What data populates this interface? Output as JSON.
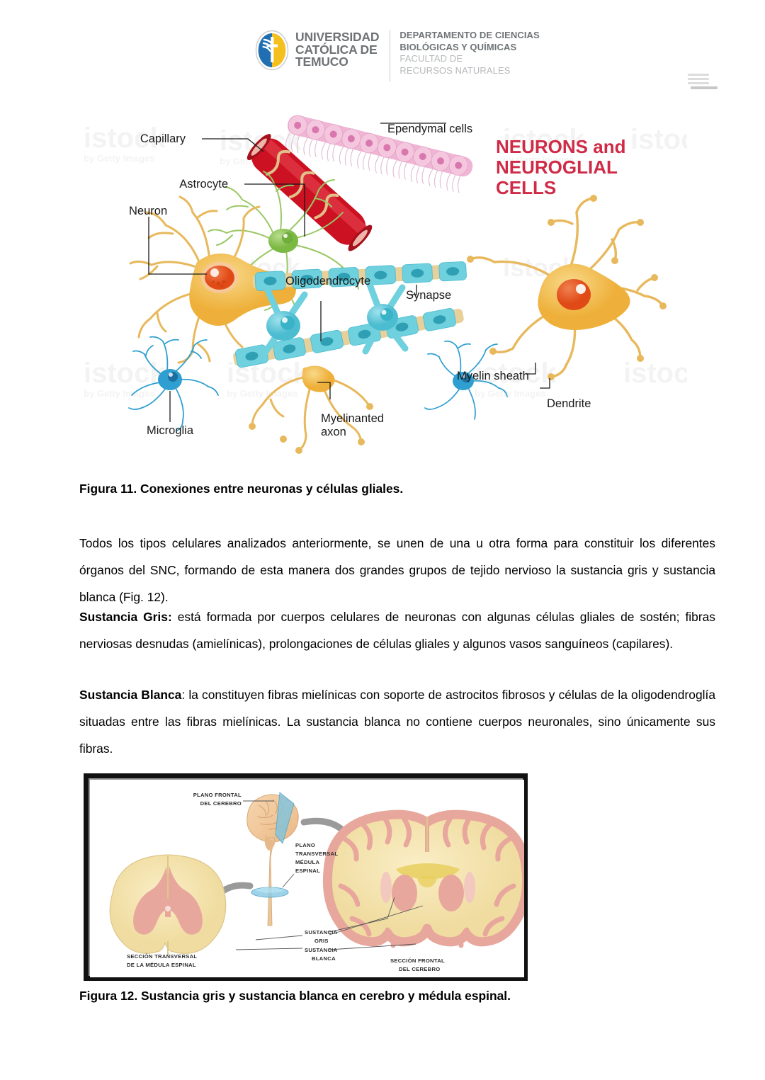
{
  "header": {
    "logo_alt": "Universidad Católica de Temuco",
    "university_lines": [
      "UNIVERSIDAD",
      "CATÓLICA DE",
      "TEMUCO"
    ],
    "department_lines": [
      "DEPARTAMENTO DE CIENCIAS",
      "BIOLÓGICAS Y QUÍMICAS",
      "FACULTAD DE",
      "RECURSOS NATURALES"
    ],
    "colors": {
      "logo_blue": "#1f6fb2",
      "logo_yellow": "#f5bf1f",
      "text_gray": "#6f7376",
      "text_light": "#b6b9bb"
    }
  },
  "figure11": {
    "title_line1": "NEURONS and",
    "title_line2": "NEUROGLIAL",
    "title_line3": "CELLS",
    "title_color": "#cf2b47",
    "labels": {
      "neuron": "Neuron",
      "astrocyte": "Astrocyte",
      "capillary": "Capillary",
      "ependymal": "Ependymal cells",
      "oligodendrocyte": "Oligodendrocyte",
      "synapse": "Synapse",
      "myelin_sheath": "Myelin sheath",
      "myelinated_axon_l1": "Myelinanted",
      "myelinated_axon_l2": "axon",
      "dendrite": "Dendrite",
      "microglia": "Microglia"
    },
    "watermark": "istock",
    "colors": {
      "neuron": "#f0b740",
      "neuron_light": "#f8d98a",
      "astrocyte": "#8cc152",
      "capillary": "#cc1122",
      "ependymal": "#e8a8cc",
      "oligodendrocyte": "#5bc8d8",
      "microglia": "#2e9fd0",
      "nucleus_orange": "#e8551f"
    },
    "caption": "Figura 11. Conexiones entre neuronas y células gliales."
  },
  "body": {
    "p1": "Todos los tipos celulares analizados anteriormente, se unen de una u otra forma para constituir los diferentes órganos del SNC, formando de esta manera dos grandes grupos de tejido nervioso la sustancia gris y sustancia blanca (Fig. 12).",
    "p2_label": "Sustancia Gris:",
    "p2_text": " está formada por cuerpos celulares de neuronas con algunas células gliales de sostén; fibras nerviosas desnudas (amielínicas), prolongaciones de células gliales y algunos vasos sanguíneos (capilares).",
    "p3_label": "Sustancia Blanca",
    "p3_text": ": la constituyen fibras mielínicas con soporte de astrocitos fibrosos y células de la oligodendroglía situadas entre las fibras mielínicas. La sustancia blanca no contiene cuerpos neuronales, sino únicamente sus fibras."
  },
  "figure12": {
    "labels": {
      "plano_frontal_l1": "PLANO FRONTAL",
      "plano_frontal_l2": "DEL CEREBRO",
      "plano_transv_l1": "PLANO",
      "plano_transv_l2": "TRANSVERSAL",
      "plano_transv_l3": "MÉDULA",
      "plano_transv_l4": "ESPINAL",
      "sustancia_gris_l1": "SUSTANCIA",
      "sustancia_gris_l2": "GRIS",
      "sustancia_blanca_l1": "SUSTANCIA",
      "sustancia_blanca_l2": "BLANCA",
      "seccion_medula_l1": "SECCIÓN TRANSVERSAL",
      "seccion_medula_l2": "DE LA MÉDULA ESPINAL",
      "seccion_cerebro_l1": "SECCIÓN FRONTAL",
      "seccion_cerebro_l2": "DEL CEREBRO"
    },
    "colors": {
      "white_matter": "#f5e5b0",
      "gray_matter": "#e8a79c",
      "brain_tan": "#f2c79c",
      "plane_blue": "#7fc4e0",
      "arrow_gray": "#9a9a9a",
      "frame": "#111111"
    },
    "caption": "Figura 12. Sustancia gris y sustancia blanca en cerebro y médula espinal."
  }
}
